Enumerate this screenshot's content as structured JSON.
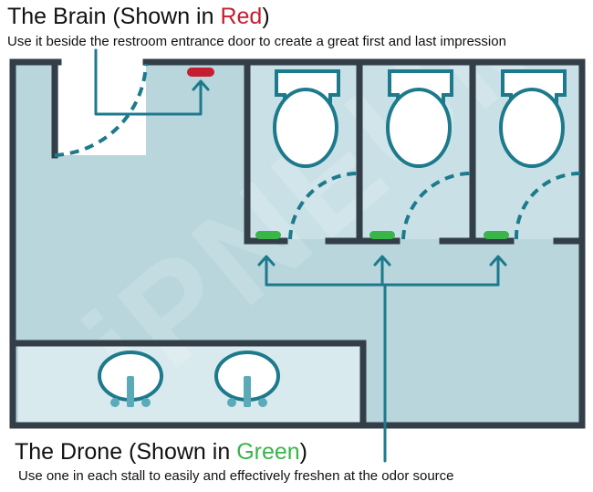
{
  "brain": {
    "title_prefix": "The Brain  (Shown in ",
    "title_color_word": "Red",
    "title_suffix": ")",
    "description": "Use it beside the restroom entrance door to create a great first and last impression",
    "color": "#c41e30"
  },
  "drone": {
    "title_prefix": "The Drone (Shown in ",
    "title_color_word": "Green",
    "title_suffix": ")",
    "description": "Use one in each stall to easily and effectively freshen at the odor source",
    "color": "#39b54a"
  },
  "watermark": "iPNEUM",
  "colors": {
    "floor": "#b8d6dc",
    "wall": "#333e48",
    "fixture": "#1d7a8c",
    "arrow": "#1d7a8c"
  }
}
